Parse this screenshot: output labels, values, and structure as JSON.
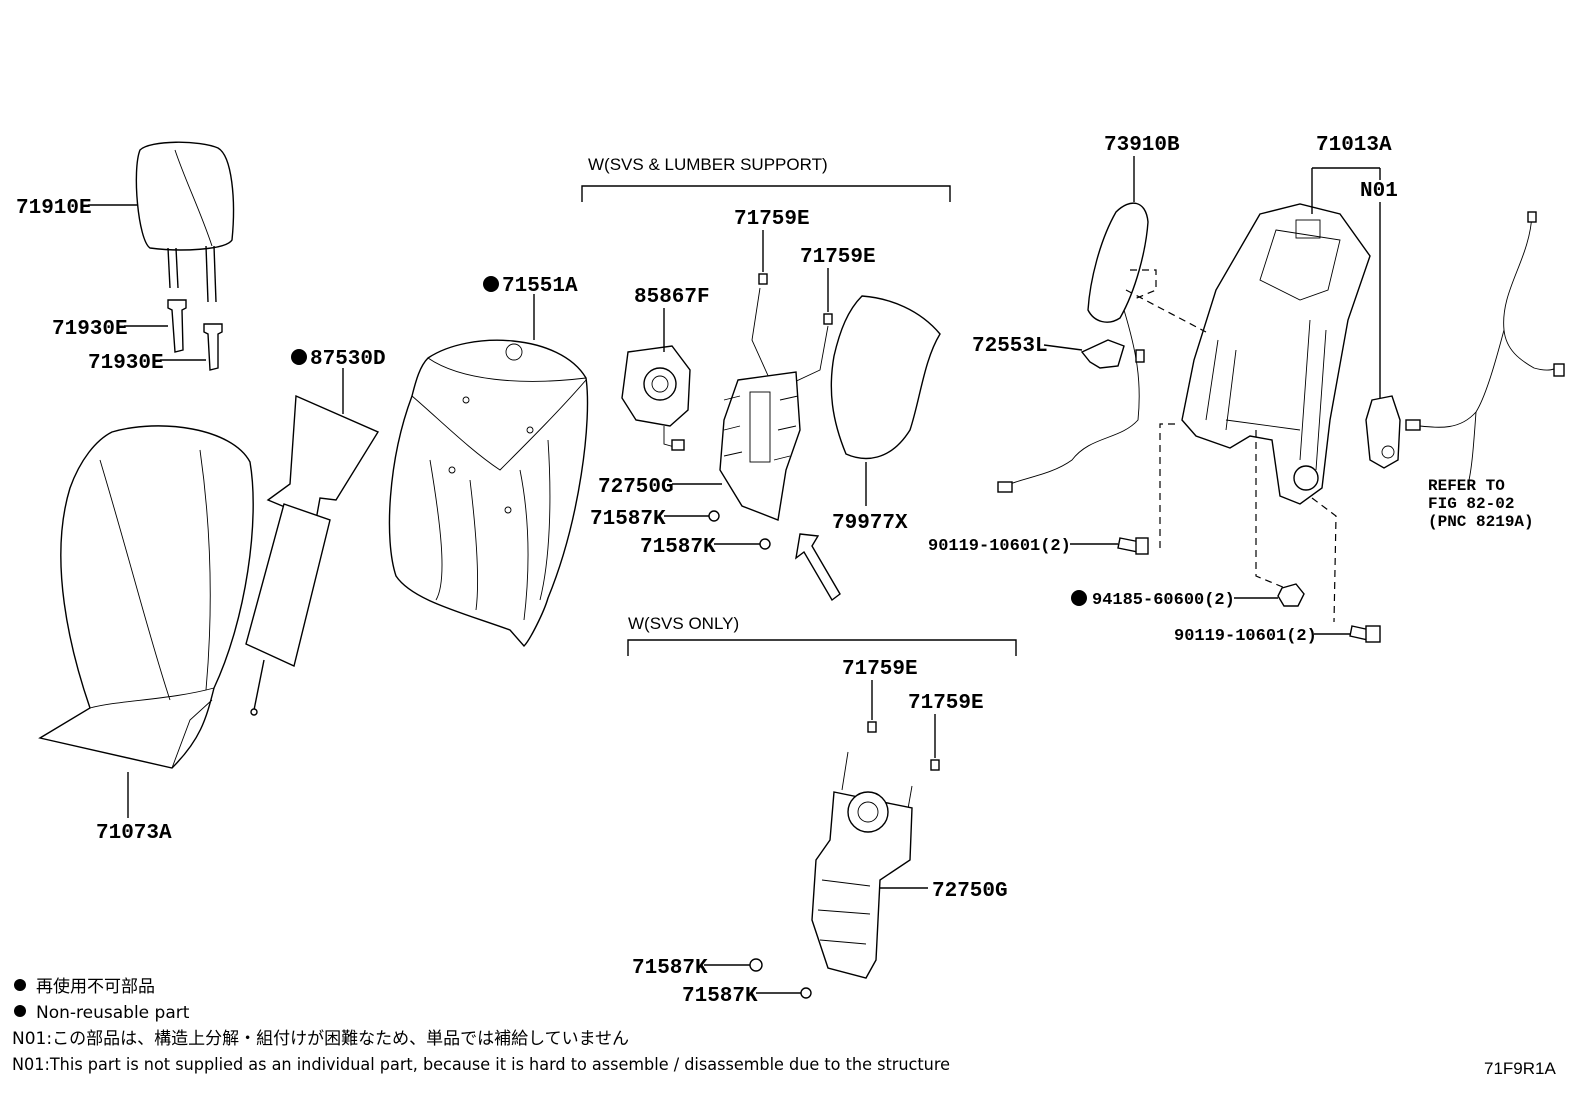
{
  "groups": {
    "lumbar_label": "W(SVS & LUMBER SUPPORT)",
    "svs_only_label": "W(SVS ONLY)"
  },
  "parts": {
    "p71910E": "71910E",
    "p71930E_1": "71930E",
    "p71930E_2": "71930E",
    "p71073A": "71073A",
    "p87530D": "87530D",
    "p71551A": "71551A",
    "p85867F": "85867F",
    "p71759E_1": "71759E",
    "p71759E_2": "71759E",
    "p72750G_1": "72750G",
    "p71587K_1": "71587K",
    "p71587K_2": "71587K",
    "p79977X": "79977X",
    "p73910B": "73910B",
    "p72553L": "72553L",
    "p71013A": "71013A",
    "pN01": "N01",
    "p90119_1": "90119-10601(2)",
    "p94185": "94185-60600(2)",
    "p90119_2": "90119-10601(2)",
    "p71759E_3": "71759E",
    "p71759E_4": "71759E",
    "p72750G_2": "72750G",
    "p71587K_3": "71587K",
    "p71587K_4": "71587K"
  },
  "refer": {
    "line1": "REFER TO",
    "line2": "FIG 82-02",
    "line3": "(PNC 8219A)"
  },
  "legend": {
    "jp_nonreusable": "再使用不可部品",
    "en_nonreusable": "Non-reusable part",
    "jp_n01": "N01:この部品は、構造上分解・組付けが困難なため、単品では補給していません",
    "en_n01": "N01:This part is not supplied as an individual part, because it is hard to assemble / disassemble due to the structure"
  },
  "figure_code": "71F9R1A",
  "icons": {
    "marker": "filled-circle-icon",
    "arrow": "assembly-direction-arrow-icon"
  }
}
